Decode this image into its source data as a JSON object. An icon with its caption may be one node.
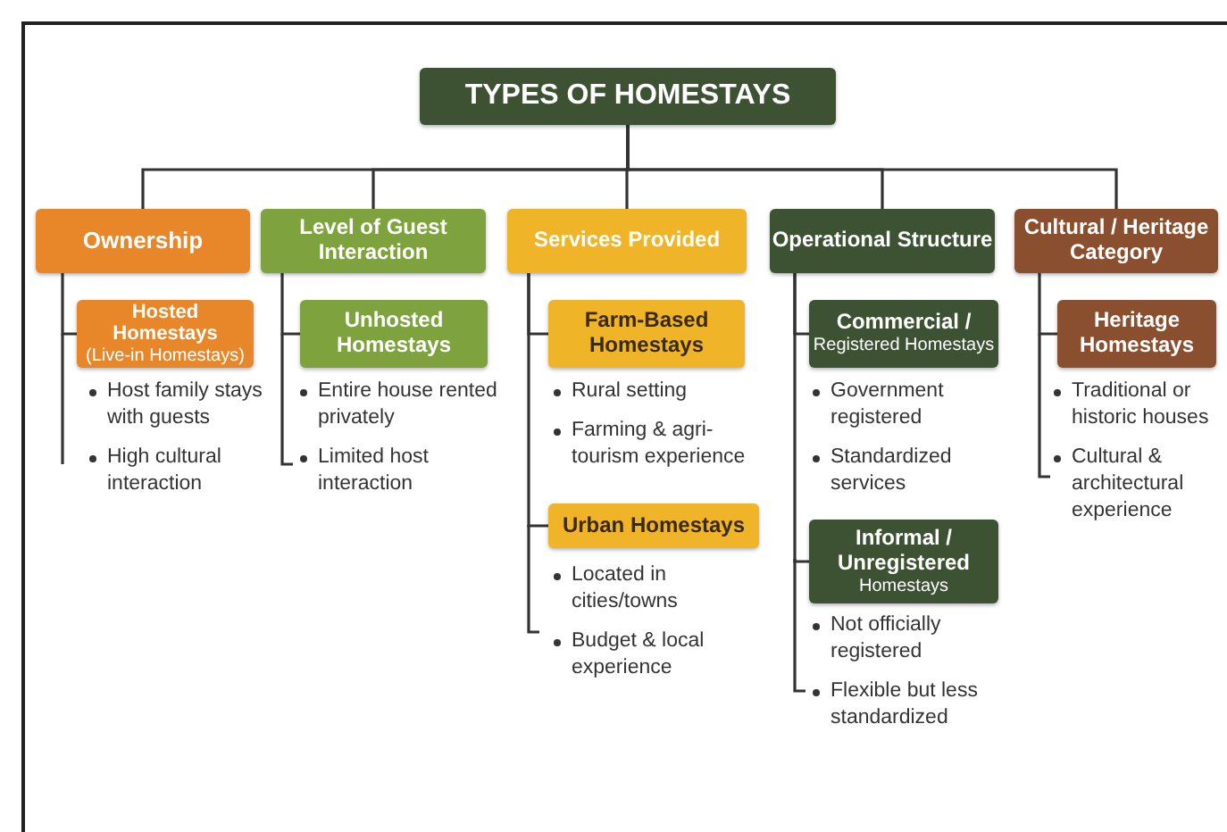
{
  "diagram": {
    "nodes": [
      {
        "text": [
          "TYPES OF HOMESTAYS"
        ]
      },
      {
        "text": [
          "Ownership"
        ]
      },
      {
        "text": [
          "Level of Guest Interaction"
        ]
      },
      {
        "text": [
          "Services Provided"
        ]
      },
      {
        "text": [
          "Operational Structure"
        ]
      },
      {
        "text": [
          "Cultural / Heritage Category"
        ]
      },
      {
        "text": [
          "Hosted Homestays",
          "(Live-in Homestays)"
        ],
        "beside": [
          "Host family stays with guests",
          "High cultural interaction"
        ]
      },
      {
        "text": [
          "Unhosted Homestays"
        ],
        "beside": [
          "Entire house rented privately",
          "Limited host interaction"
        ]
      },
      {
        "text": [
          "Farm-Based Homestays"
        ],
        "beside": [
          "Rural setting",
          "Farming & agri-tourism experience"
        ]
      },
      {
        "text": [
          "Urban Homestays"
        ],
        "beside": [
          "Located in cities/towns",
          "Budget & local experience"
        ]
      },
      {
        "text": [
          "Commercial /",
          "Registered Homestays"
        ],
        "beside": [
          "Government registered",
          "Standardized services"
        ]
      },
      {
        "text": [
          "Informal / Unregistered",
          "Homestays"
        ],
        "beside": [
          "Not officially registered",
          "Flexible but less standardized"
        ]
      },
      {
        "text": [
          "Heritage Homestays"
        ],
        "beside": [
          "Traditional or historic houses",
          "Cultural & architectural experience"
        ]
      }
    ],
    "edges": [
      {
        "from": 0,
        "to": 1,
        "arrow": "none"
      },
      {
        "from": 0,
        "to": 2,
        "arrow": "none"
      },
      {
        "from": 0,
        "to": 3,
        "arrow": "none"
      },
      {
        "from": 0,
        "to": 4,
        "arrow": "none"
      },
      {
        "from": 0,
        "to": 5,
        "arrow": "none"
      },
      {
        "from": 1,
        "to": 6,
        "arrow": "none"
      },
      {
        "from": 2,
        "to": 7,
        "arrow": "none"
      },
      {
        "from": 3,
        "to": 8,
        "arrow": "none"
      },
      {
        "from": 3,
        "to": 9,
        "arrow": "none"
      },
      {
        "from": 4,
        "to": 10,
        "arrow": "none"
      },
      {
        "from": 4,
        "to": 11,
        "arrow": "none"
      },
      {
        "from": 5,
        "to": 12,
        "arrow": "none"
      }
    ]
  }
}
